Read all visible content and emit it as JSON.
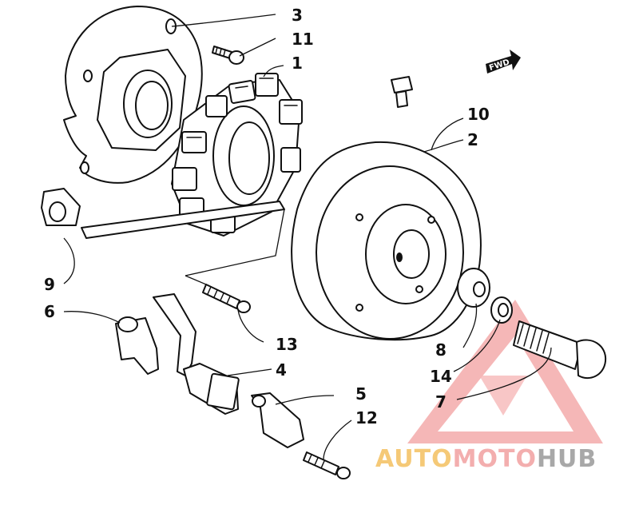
{
  "diagram": {
    "callouts": [
      {
        "id": "p1",
        "label": "1"
      },
      {
        "id": "p2",
        "label": "2"
      },
      {
        "id": "p3",
        "label": "3"
      },
      {
        "id": "p4",
        "label": "4"
      },
      {
        "id": "p5",
        "label": "5"
      },
      {
        "id": "p6",
        "label": "6"
      },
      {
        "id": "p7",
        "label": "7"
      },
      {
        "id": "p8",
        "label": "8"
      },
      {
        "id": "p9",
        "label": "9"
      },
      {
        "id": "p10",
        "label": "10"
      },
      {
        "id": "p11",
        "label": "11"
      },
      {
        "id": "p12",
        "label": "12"
      },
      {
        "id": "p13",
        "label": "13"
      },
      {
        "id": "p14",
        "label": "14"
      }
    ],
    "direction_tag": "FWD"
  },
  "watermark": {
    "part1": "AUTO",
    "part2": "MOTO",
    "part3": "HUB",
    "color_primary": "#f2a0a0",
    "color_secondary": "#f4c060",
    "color_tertiary": "#9a9a9a"
  }
}
